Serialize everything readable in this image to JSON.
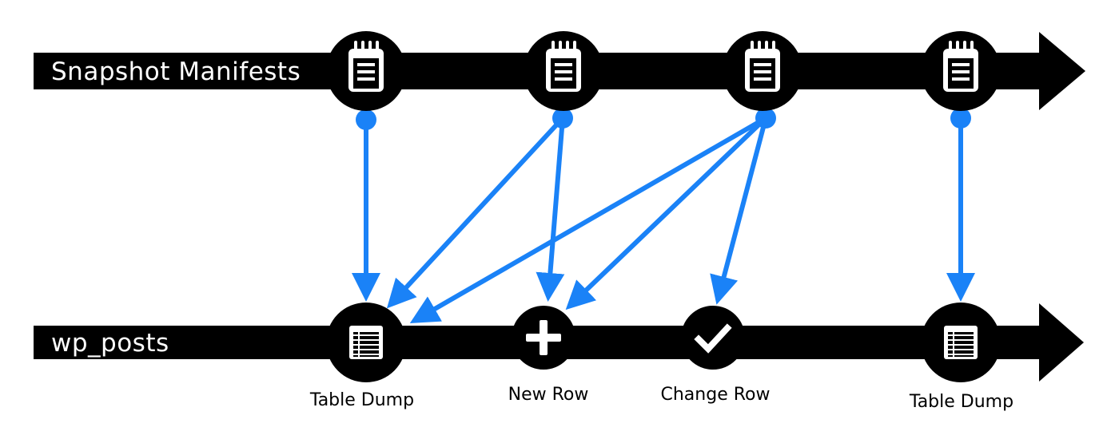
{
  "tracks": [
    {
      "id": "manifests",
      "label": "Snapshot Manifests"
    },
    {
      "id": "posts",
      "label": "wp_posts"
    }
  ],
  "manifest_nodes": [
    {
      "id": "m1",
      "icon": "notepad-icon"
    },
    {
      "id": "m2",
      "icon": "notepad-icon"
    },
    {
      "id": "m3",
      "icon": "notepad-icon"
    },
    {
      "id": "m4",
      "icon": "notepad-icon"
    }
  ],
  "event_nodes": [
    {
      "id": "e1",
      "icon": "table-icon",
      "label": "Table Dump"
    },
    {
      "id": "e2",
      "icon": "plus-icon",
      "label": "New Row"
    },
    {
      "id": "e3",
      "icon": "check-icon",
      "label": "Change Row"
    },
    {
      "id": "e4",
      "icon": "table-icon",
      "label": "Table Dump"
    }
  ],
  "links": [
    {
      "from": "m1",
      "to": "e1"
    },
    {
      "from": "m2",
      "to": "e1"
    },
    {
      "from": "m2",
      "to": "e2"
    },
    {
      "from": "m3",
      "to": "e1"
    },
    {
      "from": "m3",
      "to": "e2"
    },
    {
      "from": "m3",
      "to": "e3"
    },
    {
      "from": "m4",
      "to": "e4"
    }
  ],
  "colors": {
    "track": "#000000",
    "link": "#1a82f7",
    "icon": "#ffffff"
  }
}
